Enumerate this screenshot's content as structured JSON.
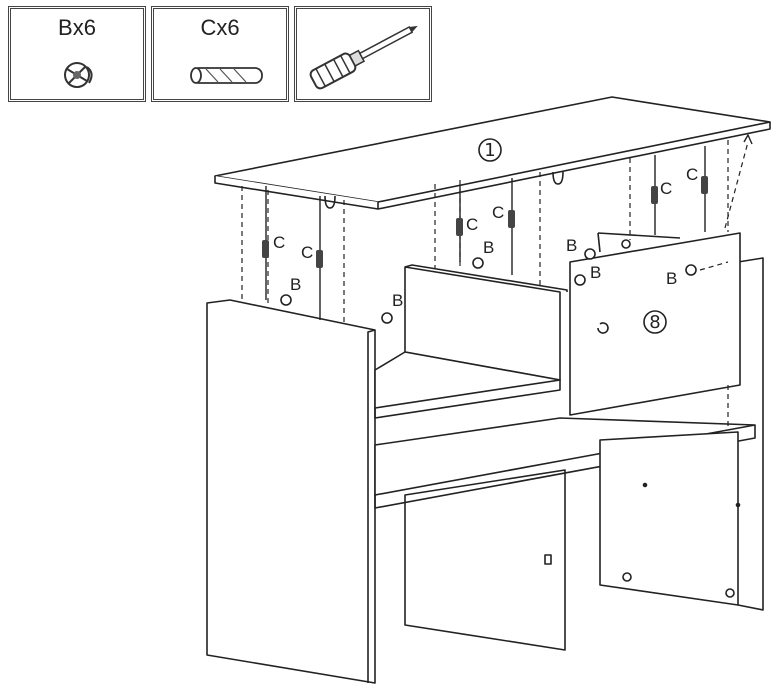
{
  "parts": [
    {
      "label": "Bx6",
      "icon": "cam-lock-icon"
    },
    {
      "label": "Cx6",
      "icon": "wooden-dowel-icon"
    },
    {
      "label": "",
      "icon": "screwdriver-icon"
    }
  ],
  "panels": {
    "top": "1",
    "back": "8"
  },
  "callouts": {
    "b": "B",
    "c": "C"
  }
}
